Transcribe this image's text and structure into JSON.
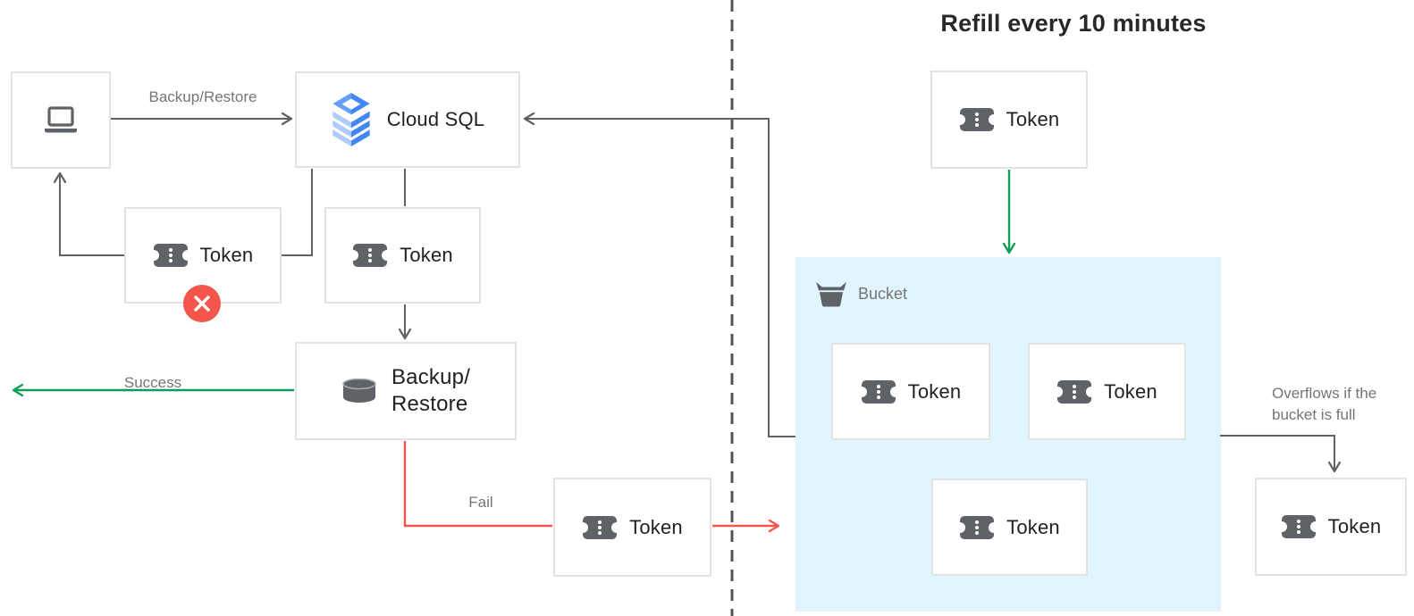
{
  "diagram": {
    "title": "Refill every 10 minutes",
    "labels": {
      "cloud_sql": "Cloud SQL",
      "backup_line1": "Backup/",
      "backup_line2": "Restore",
      "bucket": "Bucket"
    },
    "edges": {
      "backup_restore_request": "Backup/Restore",
      "success": "Success",
      "fail": "Fail",
      "overflow_line1": "Overflows if the",
      "overflow_line2": "bucket is full"
    },
    "tokens": {
      "rejected": "Token",
      "consumed": "Token",
      "failed": "Token",
      "refill": "Token",
      "bucket_1": "Token",
      "bucket_2": "Token",
      "bucket_3": "Token",
      "overflow": "Token"
    },
    "icons": {
      "laptop-icon": "client laptop",
      "cloud-sql-icon": "Cloud SQL isometric layers",
      "token-icon": "token voucher with three dots",
      "database-icon": "database cylinder",
      "bucket-icon": "bucket",
      "error-x-icon": "rejected cross badge"
    },
    "colors": {
      "arrow": "#616161",
      "divider": "#545454",
      "green": "#0f9d58",
      "red": "#f4564c",
      "error_badge": "#f4564c",
      "bucket_bg": "#e1f5fe",
      "box_border": "#e3e3e3",
      "icon_gray": "#5f6368",
      "text_dark": "#212121",
      "text_gray": "#757575",
      "blue_dark": "#4285f4",
      "blue_medium": "#669df6",
      "blue_light": "#aecbfa"
    }
  }
}
